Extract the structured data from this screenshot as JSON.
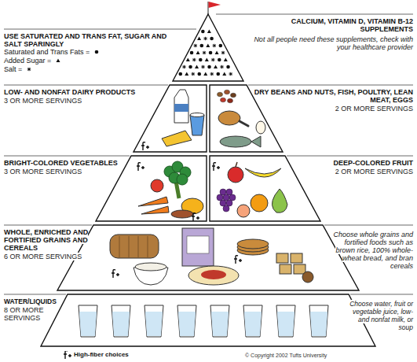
{
  "diagram": {
    "nodes": [
      {
        "text": [
          "USE SATURATED AND TRANS FAT, SUGAR AND SALT SPARINGLY",
          "CALCIUM, VITAMIN D, VITAMIN B-12 SUPPLEMENTS",
          "Not all people need these supplements, check with your healthcare provider"
        ]
      },
      {
        "text": [
          "LOW- AND NONFAT DAIRY PRODUCTS",
          "3 OR MORE SERVINGS"
        ]
      },
      {
        "text": [
          "DRY BEANS AND NUTS, FISH, POULTRY, LEAN MEAT, EGGS",
          "2 OR MORE SERVINGS"
        ]
      },
      {
        "text": [
          "BRIGHT-COLORED VEGETABLES",
          "3 OR MORE SERVINGS"
        ]
      },
      {
        "text": [
          "DEEP-COLORED FRUIT",
          "2 OR MORE SERVINGS"
        ]
      },
      {
        "text": [
          "WHOLE, ENRICHED AND FORTIFIED GRAINS AND CEREALS",
          "6 OR MORE SERVINGS",
          "Choose whole grains and fortified foods such as brown rice, 100% whole-wheat bread, and bran cereals"
        ]
      },
      {
        "text": [
          "WATER/LIQUIDS",
          "8 OR MORE SERVINGS",
          "Choose water, fruit or vegetable juice, low- and nonfat milk, or soup"
        ]
      }
    ],
    "labels": [
      "© Copyright 2002 Tufts University"
    ],
    "legend": [
      {
        "text": "Saturated and Trans Fats ="
      },
      {
        "text": "Added Sugar ="
      },
      {
        "text": "Salt ="
      },
      {
        "text": "High-fiber choices"
      }
    ]
  }
}
